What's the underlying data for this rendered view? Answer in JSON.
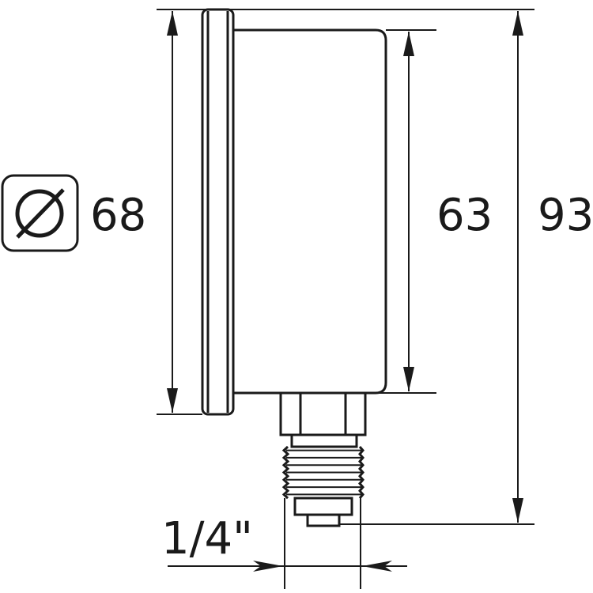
{
  "dimensions": {
    "diameter_label": "68",
    "case_height_label": "63",
    "total_height_label": "93",
    "thread_label": "1/4\""
  },
  "icons": {
    "diameter": "diameter-symbol-icon"
  },
  "colors": {
    "line": "#1a1a1a",
    "background": "#ffffff"
  }
}
